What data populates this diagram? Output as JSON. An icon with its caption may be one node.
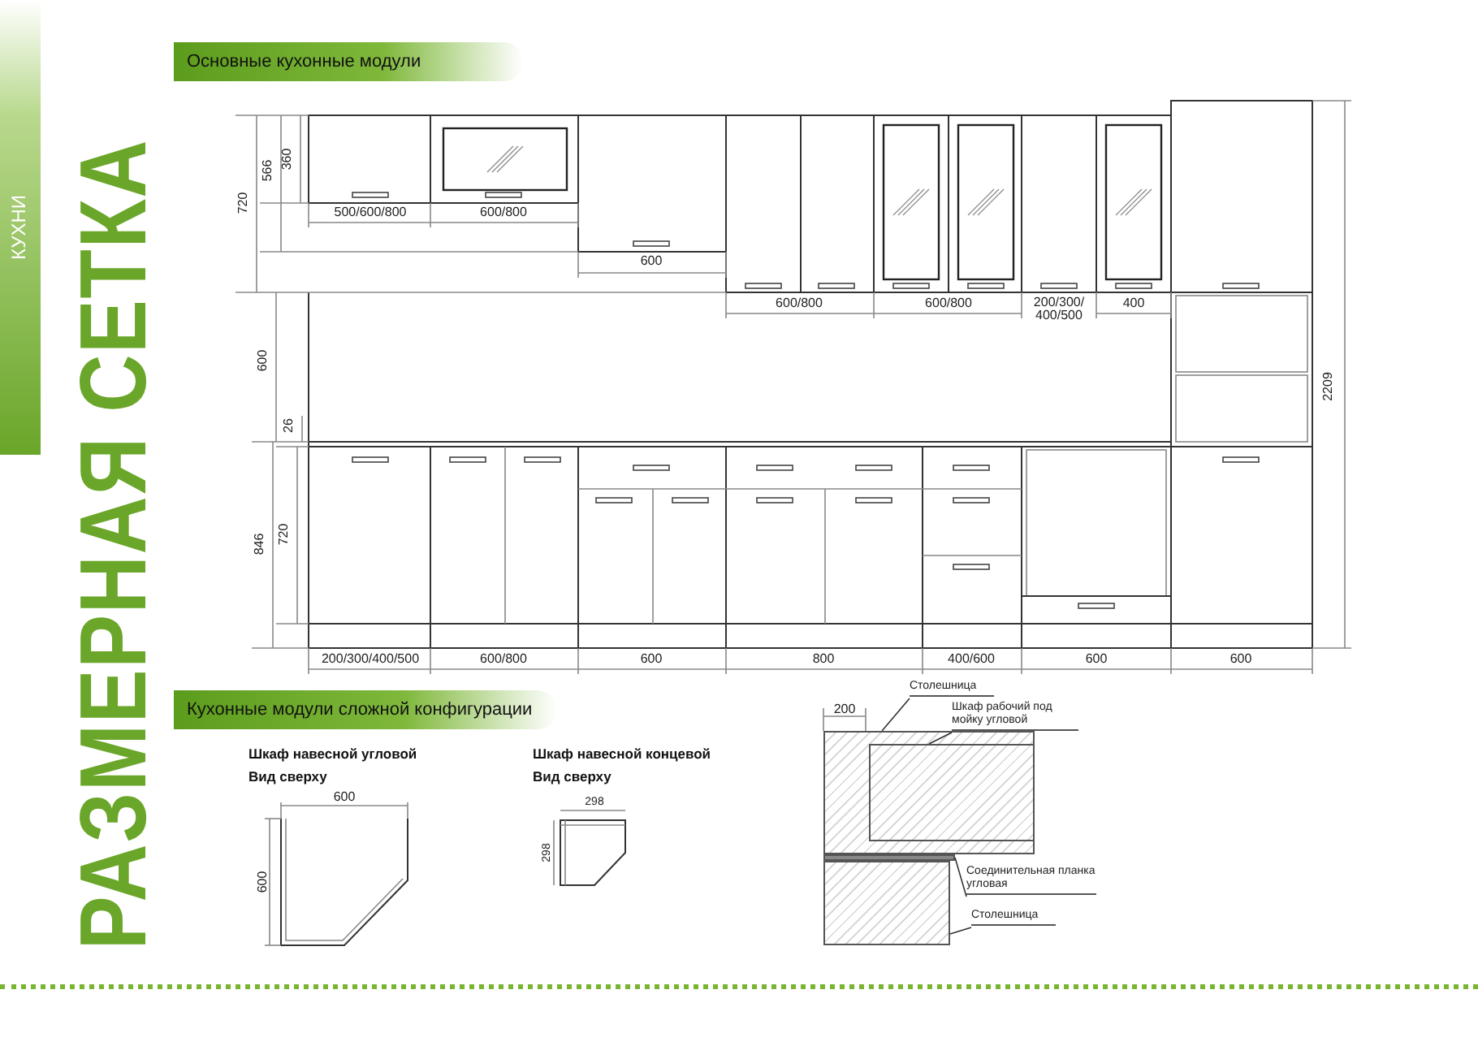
{
  "diagram": {
    "title": "РАЗМЕРНАЯ СЕТКА",
    "nodes": [
      {
        "text": [
          "Столешница"
        ]
      },
      {
        "text": [],
        "shape": "box"
      },
      {
        "text": [
          "Шкаф рабочий под мойку угловой"
        ]
      },
      {
        "text": [],
        "shape": "box",
        "in": 1
      },
      {
        "text": [
          "Соединительная планка угловая"
        ]
      },
      {
        "text": [],
        "shape": "bar"
      },
      {
        "text": [
          "Столешница"
        ]
      },
      {
        "text": [],
        "shape": "box"
      }
    ],
    "edges": [
      {
        "from": 0,
        "to": 1,
        "arrow": "none"
      },
      {
        "from": 2,
        "to": 3,
        "arrow": "none"
      },
      {
        "from": 4,
        "to": 5,
        "arrow": "none"
      },
      {
        "from": 6,
        "to": 7,
        "arrow": "none"
      }
    ],
    "labels": [
      "КУХНИ",
      "Основные кухонные модули",
      "720",
      "566",
      "360",
      "500/600/800",
      "600/800",
      "600",
      "600/800",
      "600/800",
      "200/300/ 400/500",
      "400",
      "600",
      "26",
      "2209",
      "846",
      "720",
      "200/300/400/500",
      "600/800",
      "600",
      "800",
      "400/600",
      "600",
      "600",
      "Кухонные модули сложной конфигурации",
      "Шкаф навесной угловой",
      "Вид сверху",
      "600",
      "600",
      "Шкаф навесной концевой",
      "Вид сверху",
      "298",
      "298",
      "200"
    ]
  }
}
